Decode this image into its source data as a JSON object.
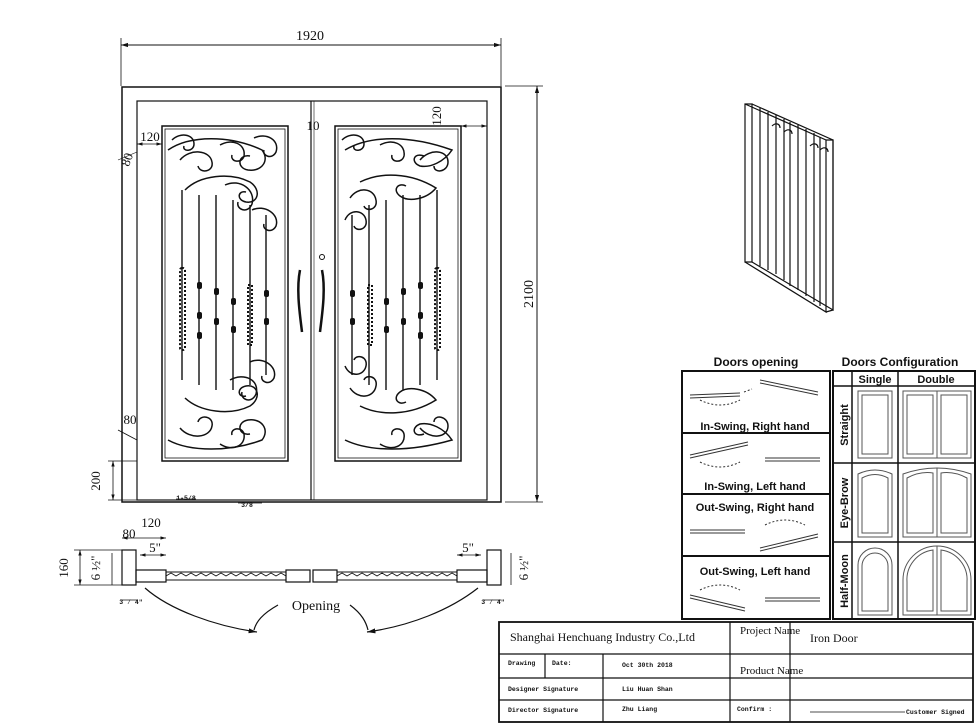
{
  "dimensions": {
    "width": "1920",
    "height": "2100",
    "frame_top_left": "120",
    "frame_top_right": "120",
    "side_left": "80",
    "center_gap": "10",
    "bottom_side": "80",
    "bottom_rail": "200",
    "plan_80": "80",
    "plan_120": "120",
    "plan_160": "160",
    "plan_5in_left": "5\"",
    "plan_5in_right": "5\"",
    "plan_6half_left": "6 ½\"",
    "plan_6half_right": "6 ½\"",
    "plan_quarter_left": "3 ⁄ 4\"",
    "plan_quarter_right": "3 ⁄ 4\"",
    "small_a": "1-5/8",
    "small_b": "3/8"
  },
  "plan_label": "Opening",
  "doors_opening": {
    "title": "Doors opening",
    "options": [
      "In-Swing, Right hand",
      "In-Swing, Left hand",
      "Out-Swing, Right hand",
      "Out-Swing, Left hand"
    ]
  },
  "doors_config": {
    "title": "Doors Configuration",
    "columns": [
      "Single",
      "Double"
    ],
    "rows": [
      "Straight",
      "Eye-Brow",
      "Half-Moon"
    ]
  },
  "title_block": {
    "company": "Shanghai Henchuang Industry Co.,Ltd",
    "project_label": "Project Name",
    "project_value": "Iron Door",
    "drawing_label": "Drawing",
    "date_label": "Date:",
    "date_value": "Oct 30th 2018",
    "product_label": "Product Name",
    "designer_label": "Designer Signature",
    "designer_value": "Liu Huan Shan",
    "director_label": "Director Signature",
    "director_value": "Zhu Liang",
    "confirm_label": "Confirm :",
    "customer_label": "Customer Signed"
  },
  "colors": {
    "ink": "#111111",
    "panel_bg": "#ffffff",
    "dim_line": "#222222"
  }
}
